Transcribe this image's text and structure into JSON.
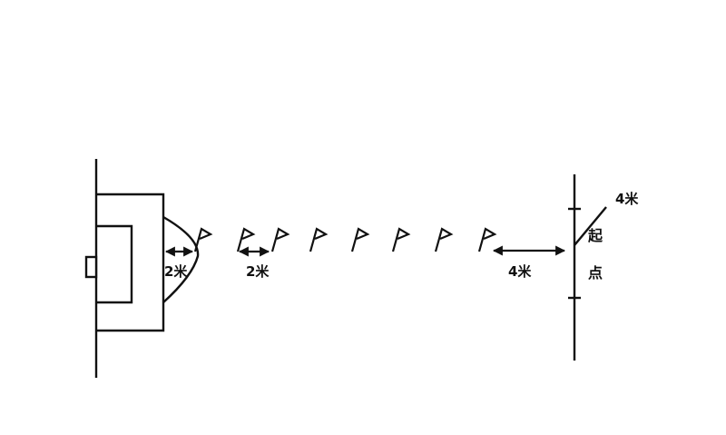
{
  "labels": {
    "flag_gap_first": "2米",
    "flag_gap_between": "2米",
    "flag_to_start": "4米",
    "start_diagonal": "4米",
    "start_char_1": "起",
    "start_char_2": "点"
  },
  "colors": {
    "ink": "#111111",
    "background": "#ffffff"
  },
  "flags": {
    "count": 8
  }
}
